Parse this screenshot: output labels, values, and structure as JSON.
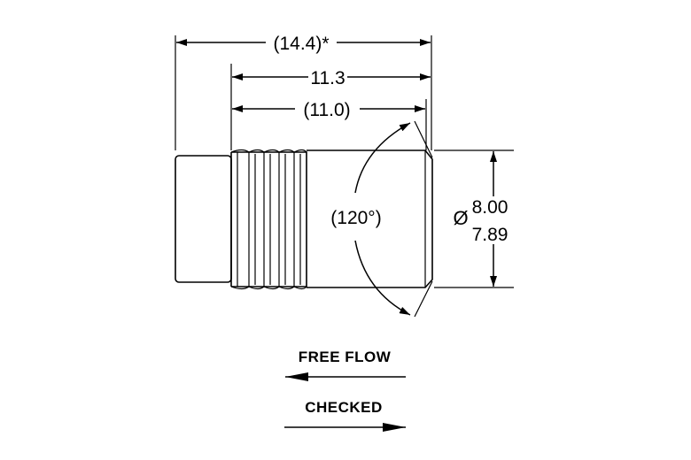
{
  "dimensions": {
    "overall_length": "(14.4)*",
    "body_length": "11.3",
    "reference_length": "(11.0)",
    "seat_angle": "(120°)",
    "diameter_symbol": "Ø",
    "diameter_max": "8.00",
    "diameter_min": "7.89"
  },
  "flow": {
    "free_flow_label": "FREE FLOW",
    "checked_label": "CHECKED"
  }
}
